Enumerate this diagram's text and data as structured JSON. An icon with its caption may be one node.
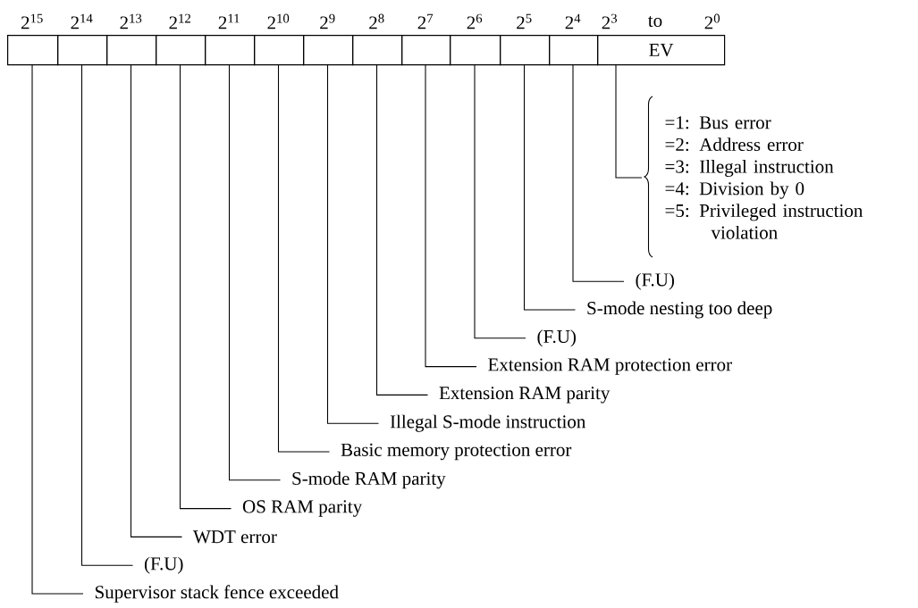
{
  "diagram": {
    "nodes": [
      {
        "text": [],
        "shape": "box"
      },
      {
        "text": [],
        "shape": "box"
      },
      {
        "text": [],
        "shape": "box"
      },
      {
        "text": [],
        "shape": "box"
      },
      {
        "text": [],
        "shape": "box"
      },
      {
        "text": [],
        "shape": "box"
      },
      {
        "text": [],
        "shape": "box"
      },
      {
        "text": [],
        "shape": "box"
      },
      {
        "text": [],
        "shape": "box"
      },
      {
        "text": [],
        "shape": "box"
      },
      {
        "text": [],
        "shape": "box"
      },
      {
        "text": [],
        "shape": "box"
      },
      {
        "text": [
          "EV"
        ]
      },
      {
        "text": [
          "=1: Bus error",
          "=2: Address error",
          "=3: Illegal instruction",
          "=4: Division by 0",
          "=5: Privileged instruction violation"
        ]
      },
      {
        "text": [
          "(F.U)"
        ]
      },
      {
        "text": [
          "S-mode nesting too deep"
        ]
      },
      {
        "text": [
          "(F.U)"
        ]
      },
      {
        "text": [
          "Extension RAM protection error"
        ]
      },
      {
        "text": [
          "Extension RAM parity"
        ]
      },
      {
        "text": [
          "Illegal S-mode instruction"
        ]
      },
      {
        "text": [
          "Basic memory protection error"
        ]
      },
      {
        "text": [
          "S-mode RAM parity"
        ]
      },
      {
        "text": [
          "OS RAM parity"
        ]
      },
      {
        "text": [
          "WDT error"
        ]
      },
      {
        "text": [
          "(F.U)"
        ]
      },
      {
        "text": [
          "Supervisor stack fence exceeded"
        ]
      }
    ],
    "edges": [
      {
        "from": 0,
        "to": 25,
        "arrow": "none"
      },
      {
        "from": 1,
        "to": 24,
        "arrow": "none"
      },
      {
        "from": 2,
        "to": 23,
        "arrow": "none"
      },
      {
        "from": 3,
        "to": 22,
        "arrow": "none"
      },
      {
        "from": 4,
        "to": 21,
        "arrow": "none"
      },
      {
        "from": 5,
        "to": 20,
        "arrow": "none"
      },
      {
        "from": 6,
        "to": 19,
        "arrow": "none"
      },
      {
        "from": 7,
        "to": 18,
        "arrow": "none"
      },
      {
        "from": 8,
        "to": 17,
        "arrow": "none"
      },
      {
        "from": 9,
        "to": 16,
        "arrow": "none"
      },
      {
        "from": 10,
        "to": 15,
        "arrow": "none"
      },
      {
        "from": 11,
        "to": 14,
        "arrow": "none"
      },
      {
        "from": 12,
        "to": 13,
        "arrow": "none"
      }
    ],
    "labels": [
      "2$^{15}$",
      "2$^{14}$",
      "2$^{13}$",
      "2$^{12}$",
      "2$^{11}$",
      "2$^{10}$",
      "2$^{9}$",
      "2$^{8}$",
      "2$^{7}$",
      "2$^{6}$",
      "2$^{5}$",
      "2$^{4}$",
      "2$^{3}$",
      "to",
      "2$^{0}$"
    ]
  }
}
